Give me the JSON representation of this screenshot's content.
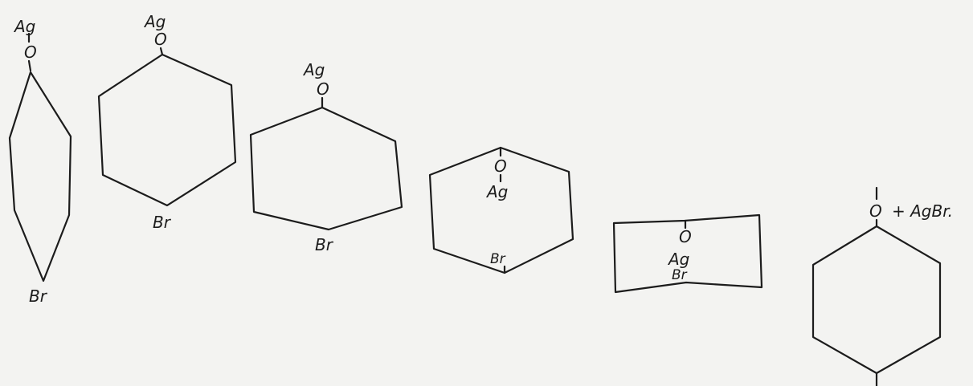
{
  "structures": [
    {
      "top_atom": "O",
      "top_label": "Ag",
      "bottom_label": "Br"
    },
    {
      "top_atom": "O",
      "top_label": "Ag",
      "bottom_label": "Br"
    },
    {
      "top_atom": "O",
      "top_label": "Ag",
      "bottom_label": "Br"
    },
    {
      "inner_atom": "O",
      "inner_label": "Ag",
      "bottom_label": "Br"
    },
    {
      "inner_atom": "O",
      "inner_label": "Ag",
      "bottom_label": "Br"
    },
    {
      "top_atom": "O",
      "product_label": "+ AgBr."
    }
  ]
}
